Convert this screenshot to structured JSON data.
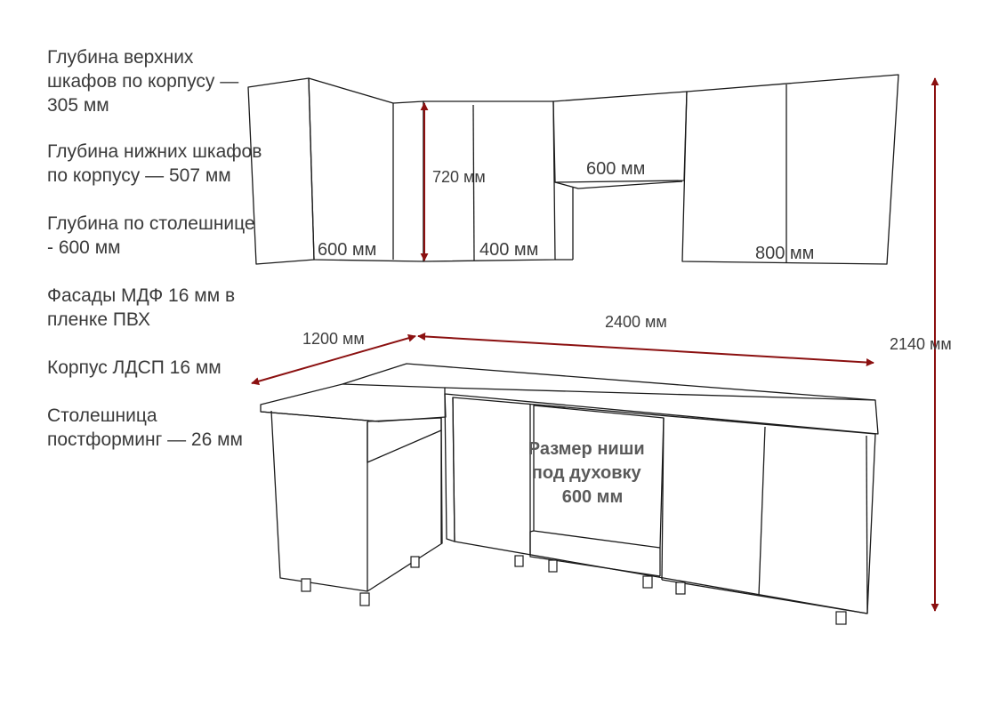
{
  "specs": [
    {
      "lines": [
        "Глубина верхних",
        "шкафов по корпусу —",
        "305 мм"
      ]
    },
    {
      "lines": [
        "Глубина нижних шкафов",
        "по корпусу — 507 мм"
      ]
    },
    {
      "lines": [
        "Глубина по столешнице",
        "- 600 мм"
      ]
    },
    {
      "lines": [
        "Фасады МДФ 16 мм в",
        "пленке ПВХ"
      ]
    },
    {
      "lines": [
        "Корпус ЛДСП 16 мм"
      ]
    },
    {
      "lines": [
        "Столешница",
        "постформинг — 26 мм"
      ]
    }
  ],
  "dimensions": {
    "upper_height": "720 мм",
    "upper_600_left": "600 мм",
    "upper_400": "400 мм",
    "upper_600_hood": "600 мм",
    "upper_800": "800 мм",
    "side_length": "1200 мм",
    "main_length": "2400 мм",
    "total_height": "2140 мм"
  },
  "oven_niche": {
    "lines": [
      "Размер ниши",
      "под духовку",
      "600 мм"
    ]
  },
  "colors": {
    "line": "#1a1a1a",
    "arrow": "#8b1010",
    "text": "#3a3a3a"
  }
}
